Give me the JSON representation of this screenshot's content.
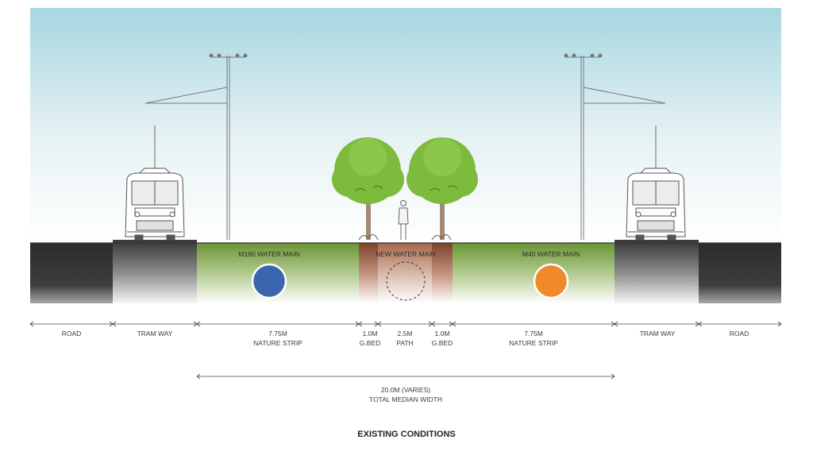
{
  "title": "EXISTING CONDITIONS",
  "sections": {
    "m160": "M160 WATER MAIN",
    "new_main": "NEW WATER MAIN",
    "m40": "M40 WATER MAIN"
  },
  "dimensions": [
    {
      "line1": "ROAD",
      "line2": ""
    },
    {
      "line1": "TRAM WAY",
      "line2": ""
    },
    {
      "line1": "7.75M",
      "line2": "NATURE STRIP"
    },
    {
      "line1": "1.0M",
      "line2": "G.BED"
    },
    {
      "line1": "2.5M",
      "line2": "PATH"
    },
    {
      "line1": "1.0M",
      "line2": "G.BED"
    },
    {
      "line1": "7.75M",
      "line2": "NATURE STRIP"
    },
    {
      "line1": "TRAM WAY",
      "line2": ""
    },
    {
      "line1": "ROAD",
      "line2": ""
    }
  ],
  "total": {
    "line1": "20.0M (VARIES)",
    "line2": "TOTAL MEDIAN WIDTH"
  },
  "colors": {
    "sky_top": "#a9d8e2",
    "road": "#2d2d2d",
    "tramway": "#4a4a4a",
    "nature_strip": "#6f9a3a",
    "garden_bed": "#8a4a30",
    "path": "#8a4a30",
    "m160_pipe": "#3b66ad",
    "m40_pipe": "#f0892a",
    "tree": "#7cbb3c"
  }
}
